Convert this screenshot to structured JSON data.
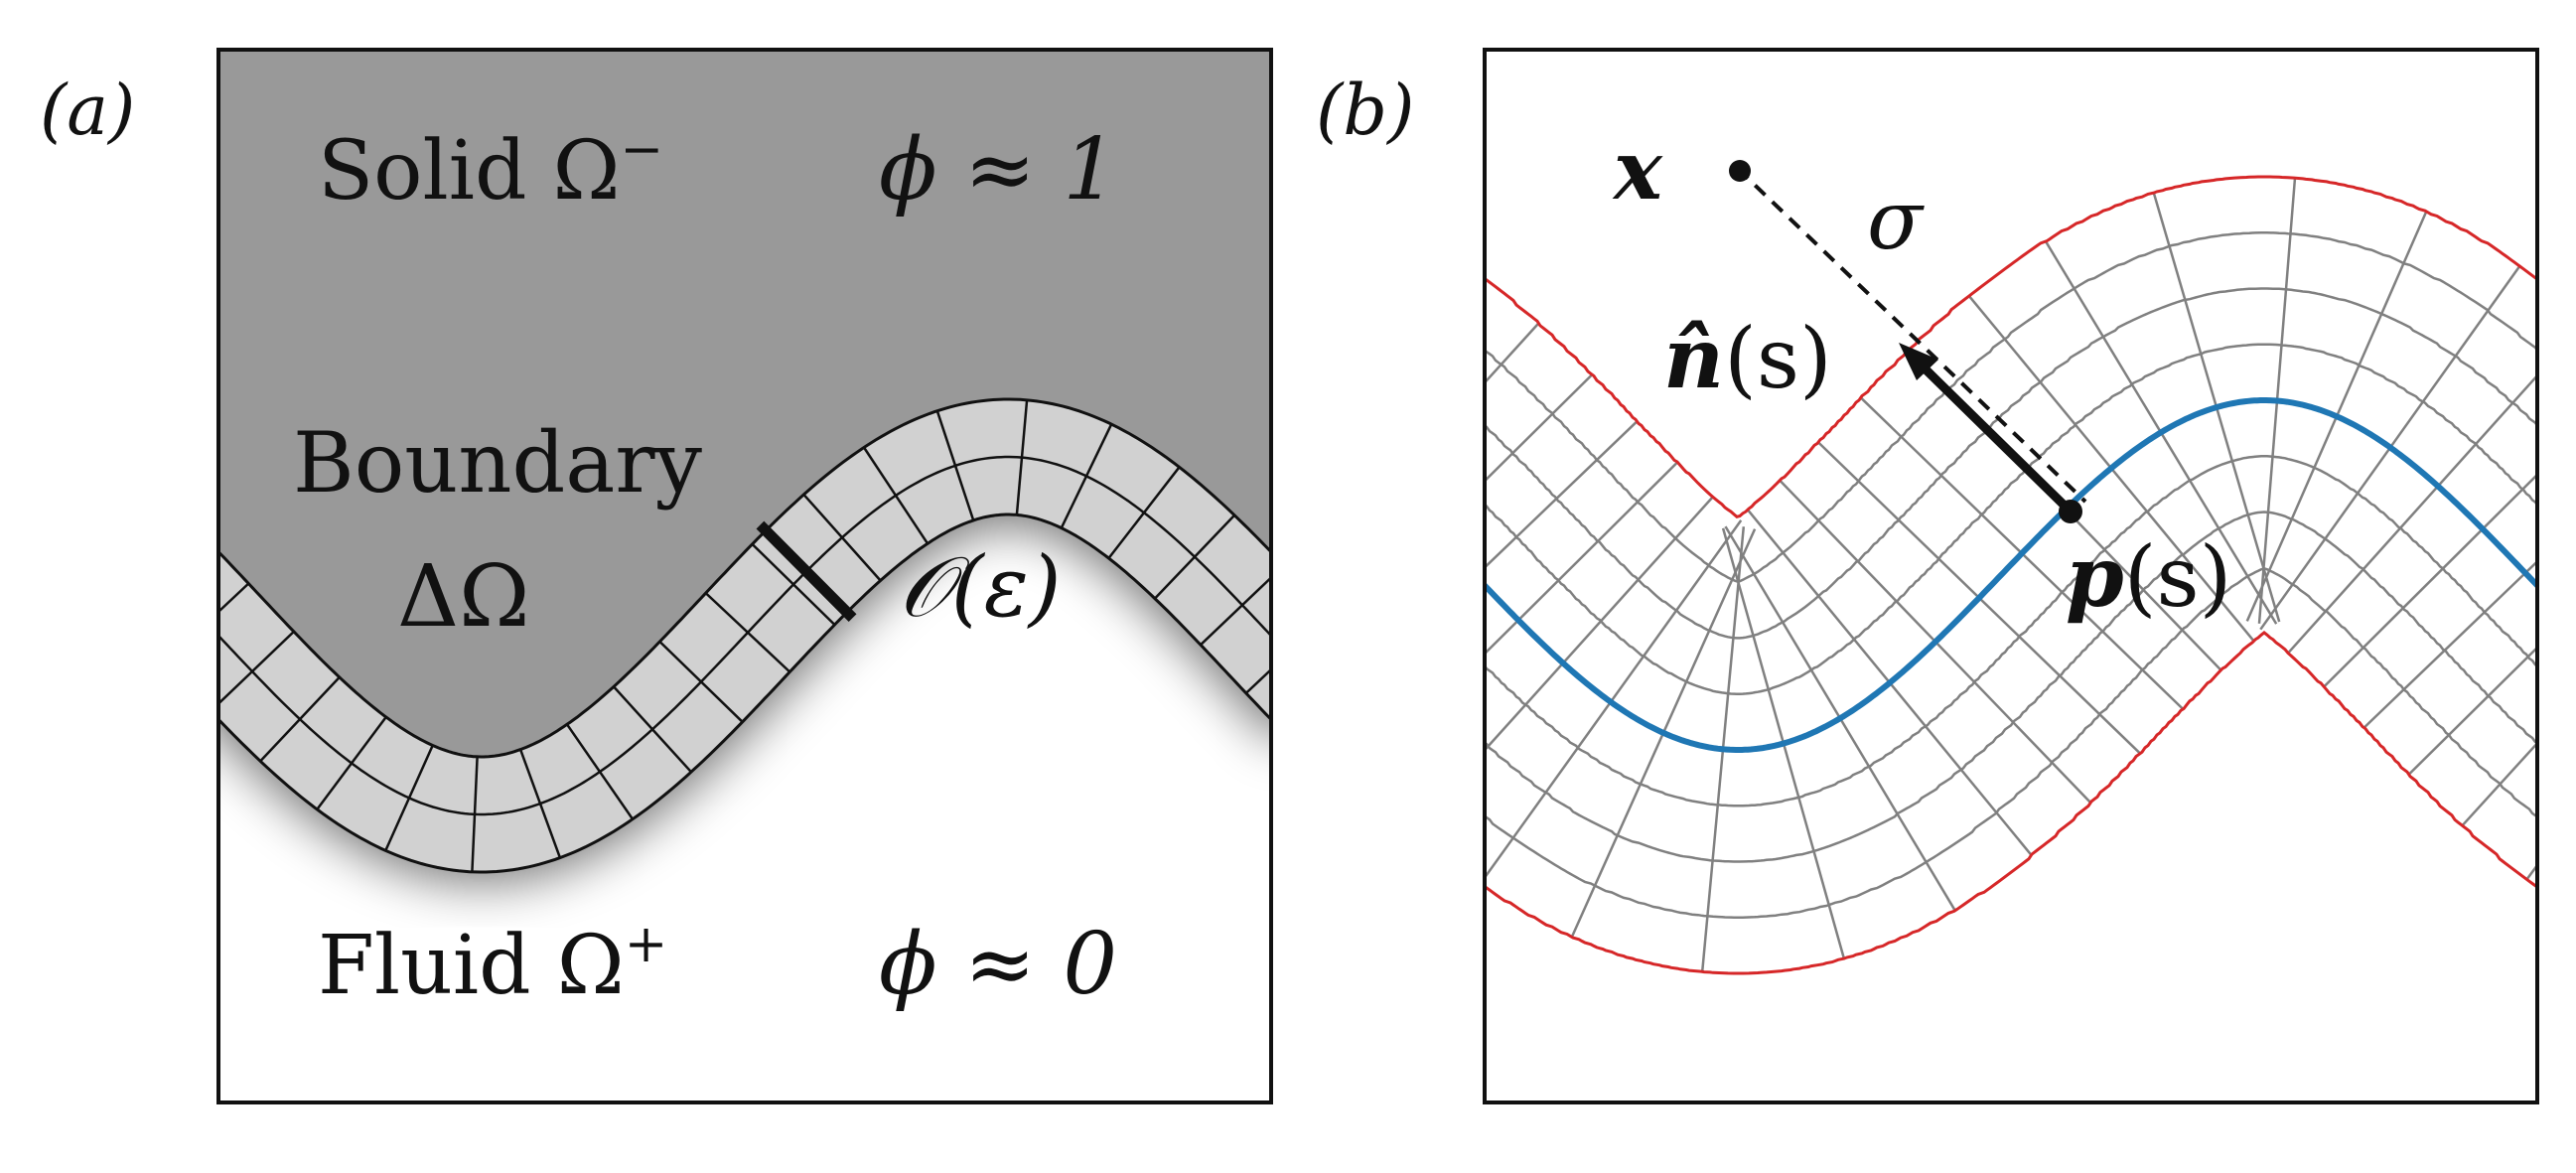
{
  "panel_a": {
    "tag": "(a)",
    "solid_label": "Solid Ω",
    "solid_sup": "−",
    "solid_phi": "ϕ ≈ 1",
    "boundary_label": "Boundary",
    "boundary_symbol": "ΔΩ",
    "thickness_label": "𝒪(ε)",
    "fluid_label": "Fluid Ω",
    "fluid_sup": "+",
    "fluid_phi": "ϕ ≈ 0"
  },
  "panel_b": {
    "tag": "(b)",
    "point_x_label": "x",
    "distance_label": "σ",
    "normal_label": "n̂",
    "normal_arg": "(s)",
    "point_p_label": "p",
    "point_p_arg": "(s)"
  },
  "colors": {
    "solid": "#999999",
    "centerline": "#1f77b4",
    "band_edge": "#d62728",
    "grid": "#808080",
    "ink": "#111111"
  }
}
